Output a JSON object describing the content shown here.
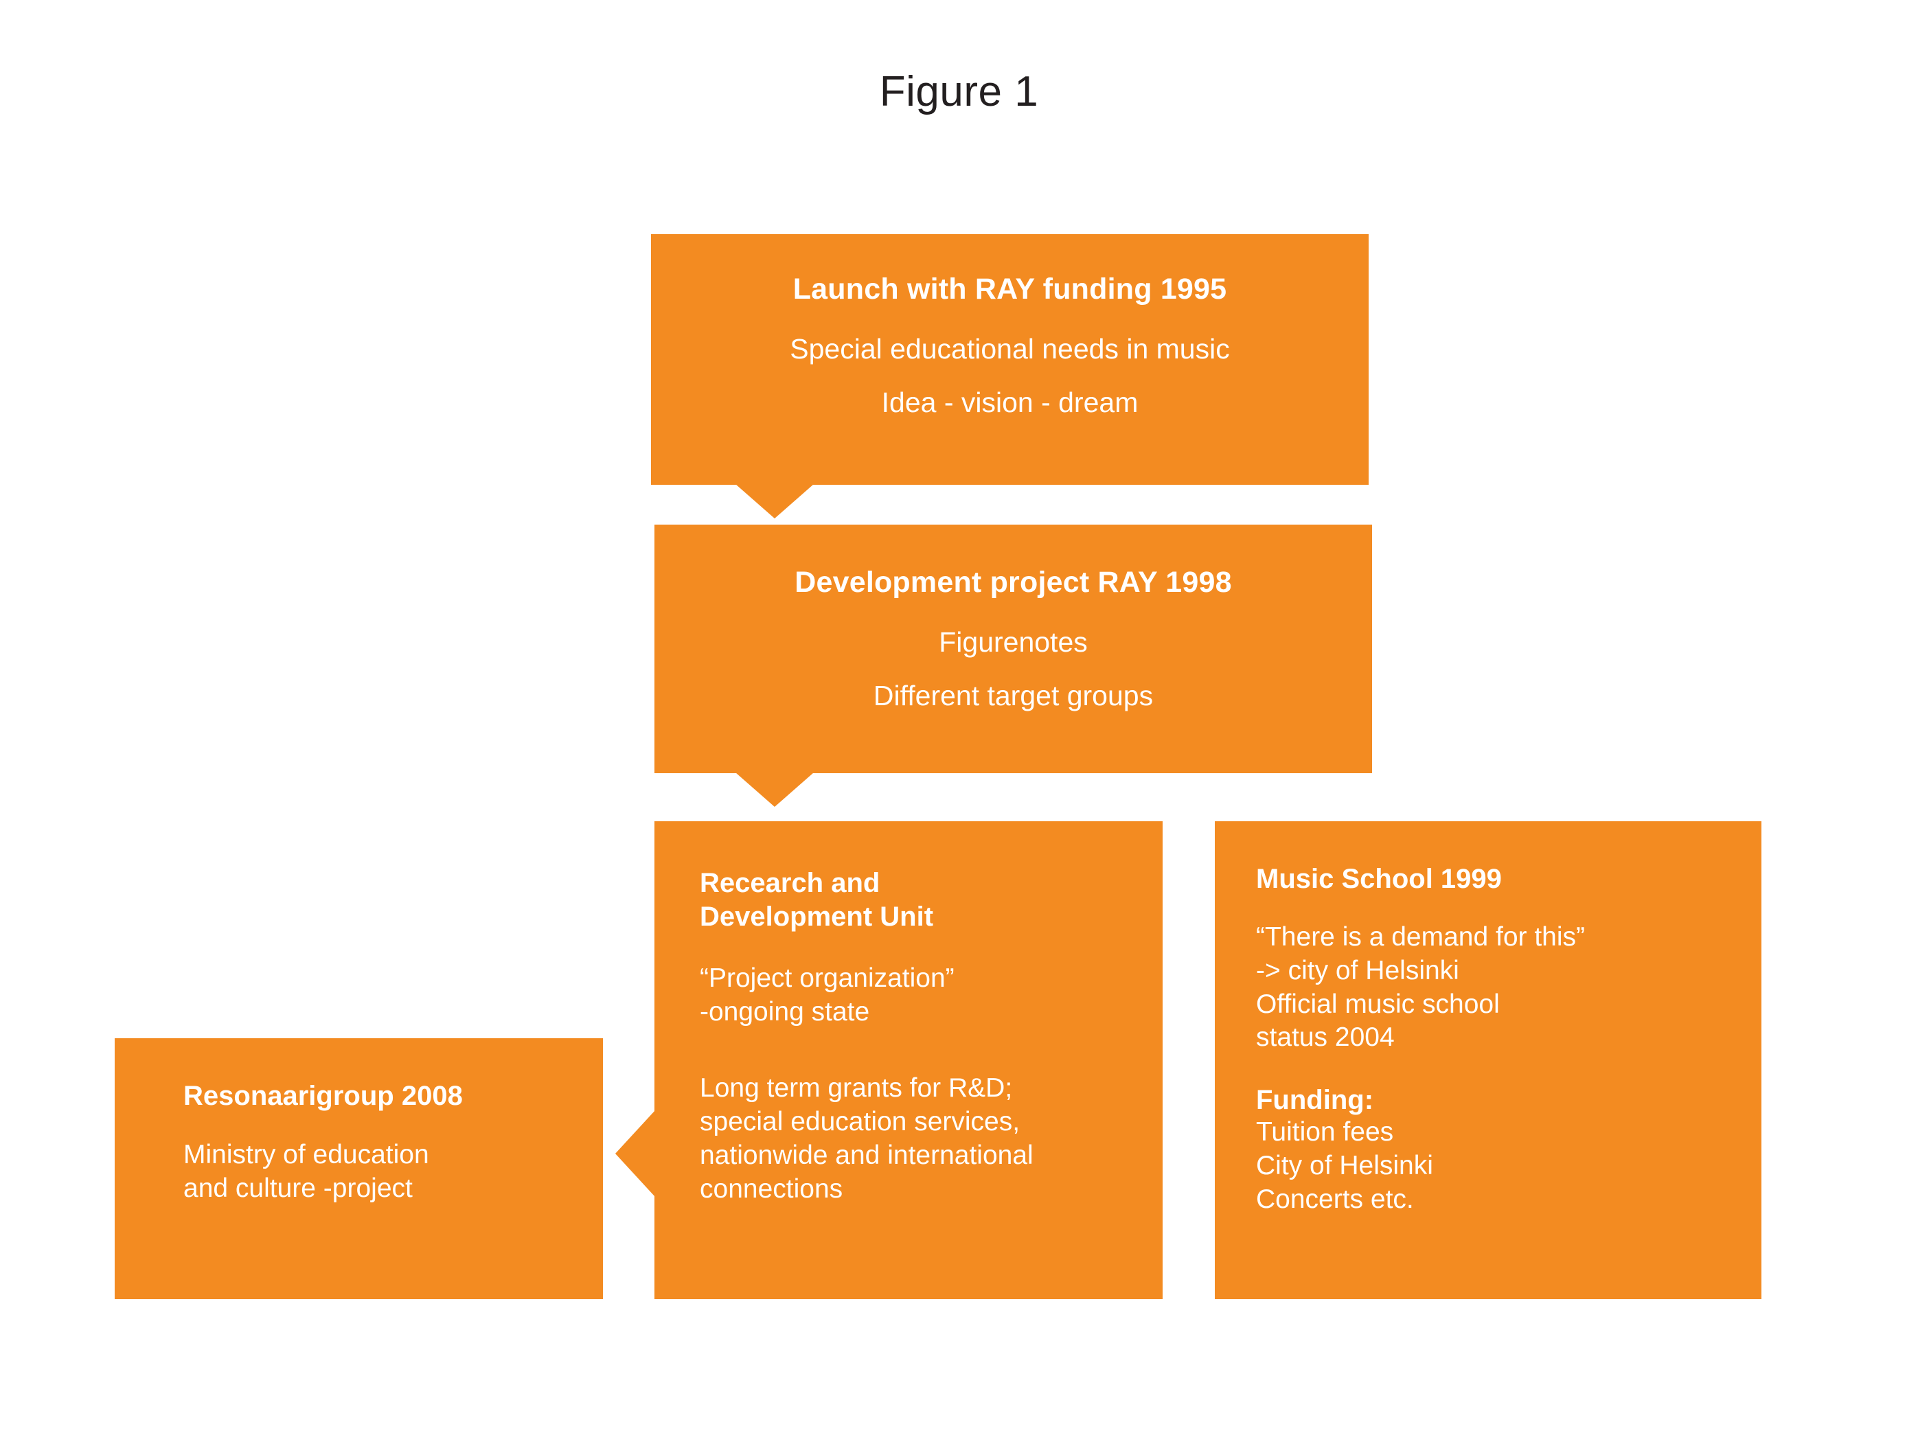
{
  "figure": {
    "title": "Figure 1",
    "accent_color": "#F38B21",
    "text_color": "#FFFFFF",
    "background_color": "#FFFFFF",
    "title_color": "#231F20"
  },
  "nodes": {
    "launch": {
      "title": "Launch with RAY funding 1995",
      "line1": "Special educational needs in music",
      "line2": "Idea - vision - dream"
    },
    "devproject": {
      "title": "Development project RAY 1998",
      "line1": "Figurenotes",
      "line2": "Different target groups"
    },
    "rdunit": {
      "title_line1": "Recearch and",
      "title_line2": "Development Unit",
      "para1_line1": "“Project organization”",
      "para1_line2": "-ongoing state",
      "para2_line1": "Long term grants for R&D;",
      "para2_line2": "special education services,",
      "para2_line3": "nationwide and international",
      "para2_line4": "connections"
    },
    "resonaari": {
      "title": "Resonaarigroup 2008",
      "line1": "Ministry of education",
      "line2": "and culture -project"
    },
    "musicschool": {
      "title": "Music School 1999",
      "line1": "“There is a demand for this”",
      "line2": "-> city of Helsinki",
      "line3": "Official music school",
      "line4": "status 2004",
      "funding_label": "Funding:",
      "funding1": "Tuition fees",
      "funding2": "City of Helsinki",
      "funding3": "Concerts etc."
    }
  },
  "connectors": {
    "launch_to_devproject": "down-arrow",
    "devproject_to_rdunit": "down-arrow",
    "rdunit_to_resonaari": "left-arrow"
  }
}
